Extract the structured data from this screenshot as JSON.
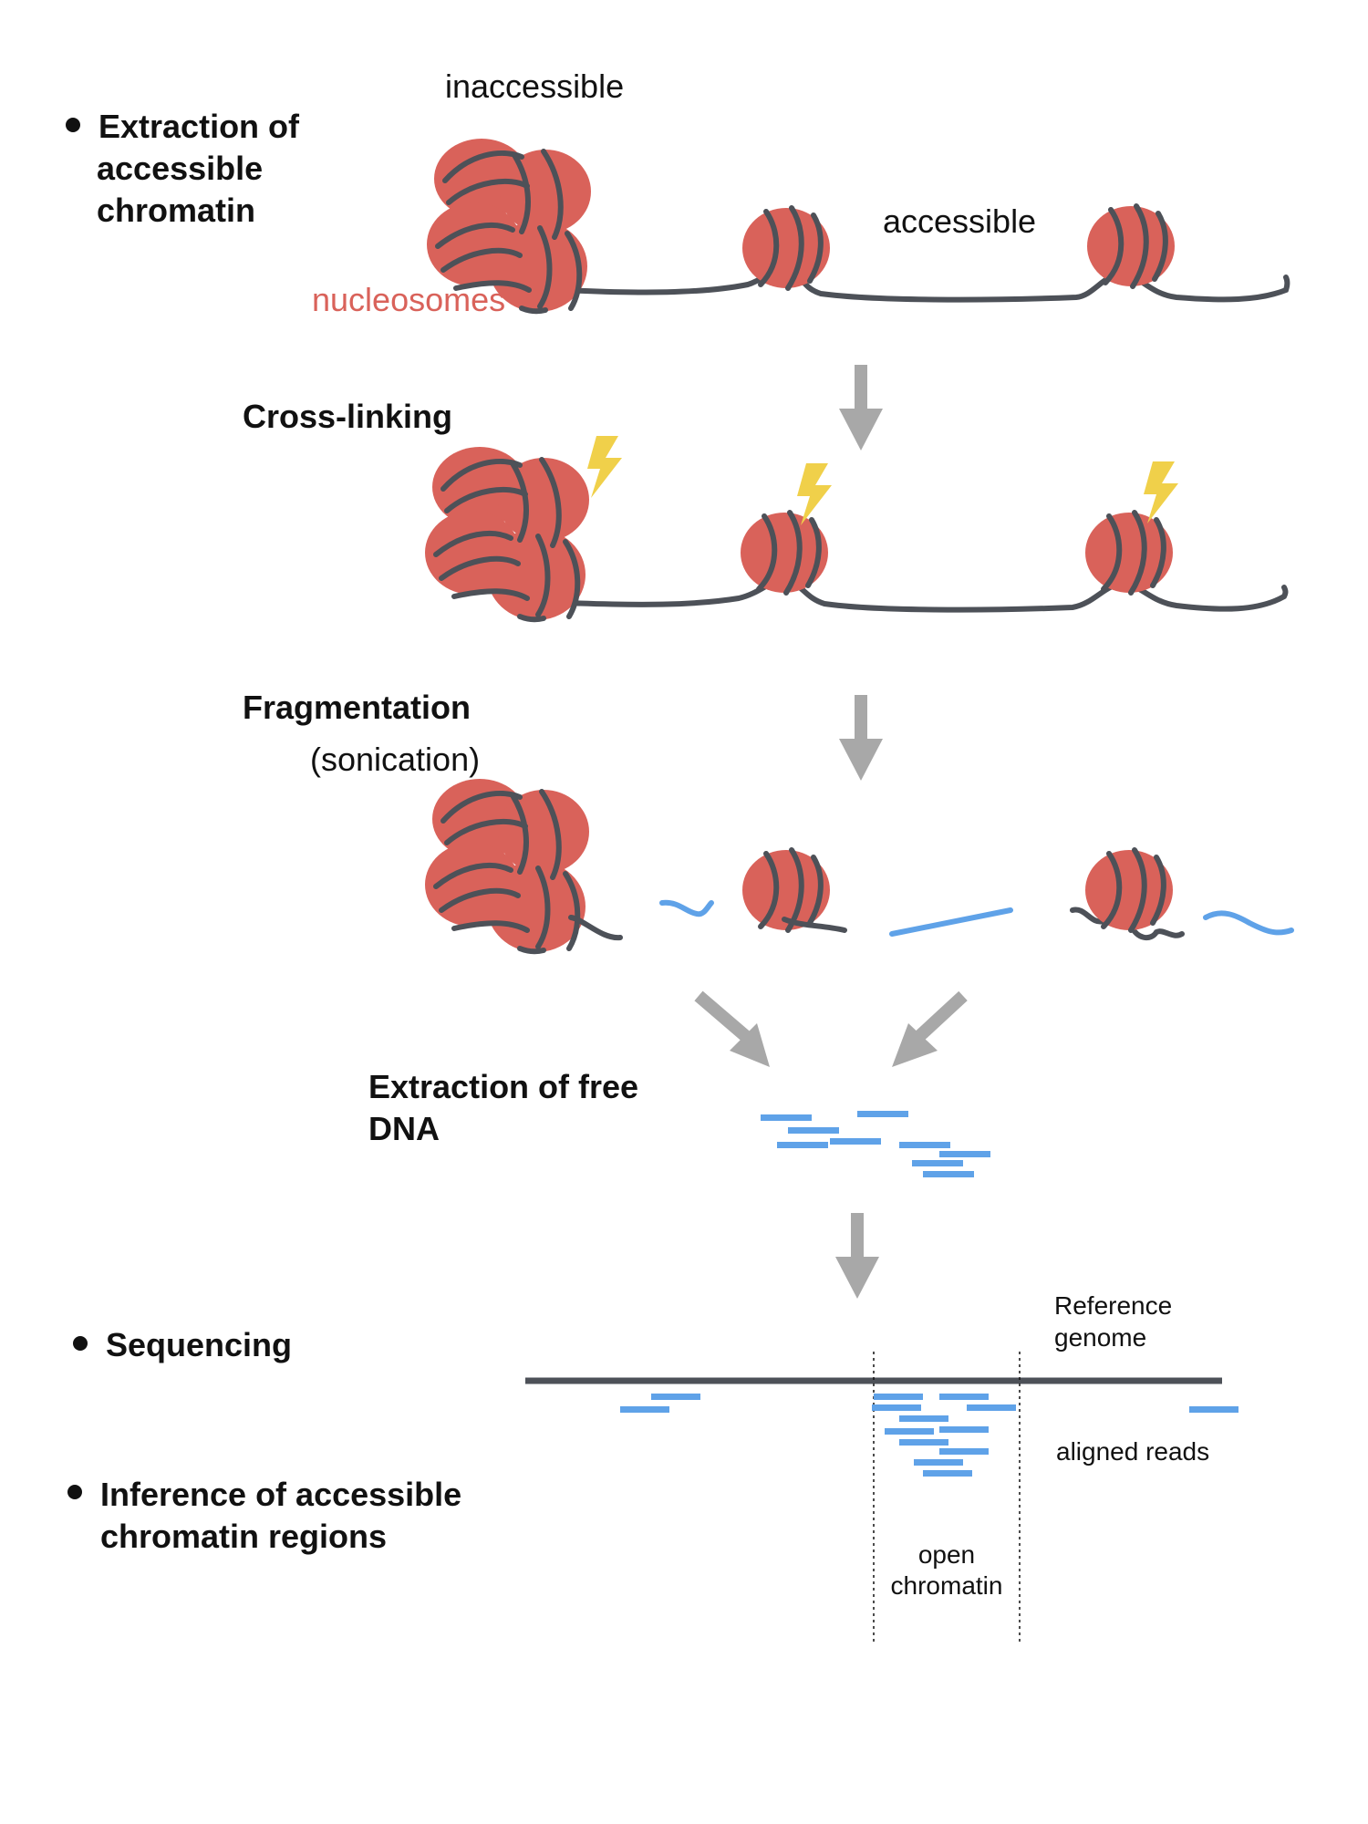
{
  "steps": {
    "extraction_accessible": [
      "Extraction of",
      "accessible",
      "chromatin"
    ],
    "cross_linking": "Cross-linking",
    "fragmentation": "Fragmentation",
    "sonication": "(sonication)",
    "extraction_free_dna": [
      "Extraction of free",
      "DNA"
    ],
    "sequencing": "Sequencing",
    "inference": [
      "Inference of accessible",
      "chromatin regions"
    ]
  },
  "labels": {
    "inaccessible": "inaccessible",
    "accessible": "accessible",
    "nucleosomes": "nucleosomes",
    "reference_genome": [
      "Reference",
      "genome"
    ],
    "aligned_reads": "aligned reads",
    "open_chromatin": [
      "open",
      "chromatin"
    ]
  },
  "colors": {
    "nucleosome": "#d9625a",
    "dna": "#4d5158",
    "free_dna": "#5fa2e8",
    "arrow": "#a8a8a8",
    "crosslink": "#f0d04a",
    "nucleosome_label": "#d9625a"
  }
}
